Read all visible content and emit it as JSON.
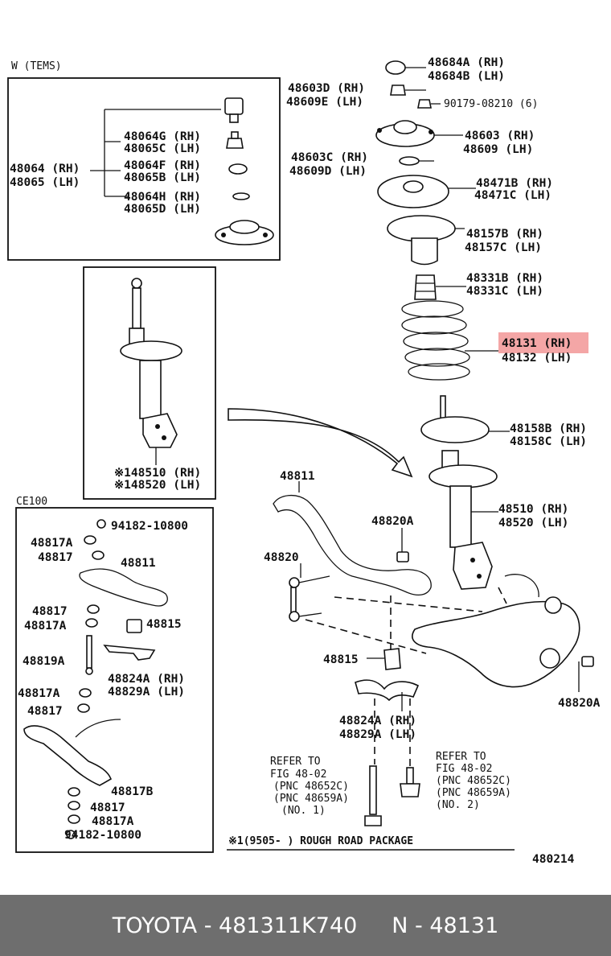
{
  "labels": {
    "tems": "W (TEMS)",
    "ce100": "CE100",
    "p48684a": "48684A (RH)",
    "p48684b": "48684B (LH)",
    "p48603d": "48603D (RH)",
    "p48609e": "48609E (LH)",
    "p90179": "90179-08210 (6)",
    "p48603": "48603 (RH)",
    "p48609": "48609 (LH)",
    "p48603c": "48603C (RH)",
    "p48609d": "48609D (LH)",
    "p48471b": "48471B (RH)",
    "p48471c": "48471C (LH)",
    "p48157b": "48157B (RH)",
    "p48157c": "48157C (LH)",
    "p48331b": "48331B (RH)",
    "p48331c": "48331C (LH)",
    "p48131": "48131 (RH)",
    "p48132": "48132 (LH)",
    "p48158b": "48158B (RH)",
    "p48158c": "48158C (LH)",
    "p48510": "48510 (RH)",
    "p48520": "48520 (LH)",
    "p48064g": "48064G (RH)",
    "p48065c": "48065C (LH)",
    "p48064": "48064 (RH)",
    "p48065": "48065 (LH)",
    "p48064f": "48064F (RH)",
    "p48065b": "48065B (LH)",
    "p48064h": "48064H (RH)",
    "p48065d": "48065D (LH)",
    "p148510": "※148510 (RH)",
    "p148520": "※148520 (LH)",
    "p94182top": "94182-10800",
    "p48817a_1": "48817A",
    "p48817_1": "48817",
    "p48811_l": "48811",
    "p48817_2": "48817",
    "p48817a_2": "48817A",
    "p48815_l": "48815",
    "p48819a": "48819A",
    "p48824a_l": "48824A (RH)",
    "p48829a_l": "48829A (LH)",
    "p48817a_3": "48817A",
    "p48817_3": "48817",
    "p48817b": "48817B",
    "p48817_4": "48817",
    "p48817a_4": "48817A",
    "p94182bot": "94182-10800",
    "p48811_m": "48811",
    "p48820a_m": "48820A",
    "p48820_m": "48820",
    "p48815_m": "48815",
    "p48824a_m": "48824A (RH)",
    "p48829a_m": "48829A (LH)",
    "p48820a_r": "48820A",
    "ref1_1": "REFER TO",
    "ref1_2": "FIG 48-02",
    "ref1_3": "(PNC 48652C)",
    "ref1_4": "(PNC 48659A)",
    "ref1_5": "(NO. 1)",
    "ref2_1": "REFER TO",
    "ref2_2": "FIG 48-02",
    "ref2_3": "(PNC 48652C)",
    "ref2_4": "(PNC 48659A)",
    "ref2_5": "(NO. 2)",
    "note": "※1(9505-      ) ROUGH  ROAD  PACKAGE",
    "figno": "480214"
  },
  "highlight_color": "#f4a6a6",
  "footer": {
    "brand_part": "TOYOTA - 481311K740",
    "pnc": "N - 48131"
  }
}
